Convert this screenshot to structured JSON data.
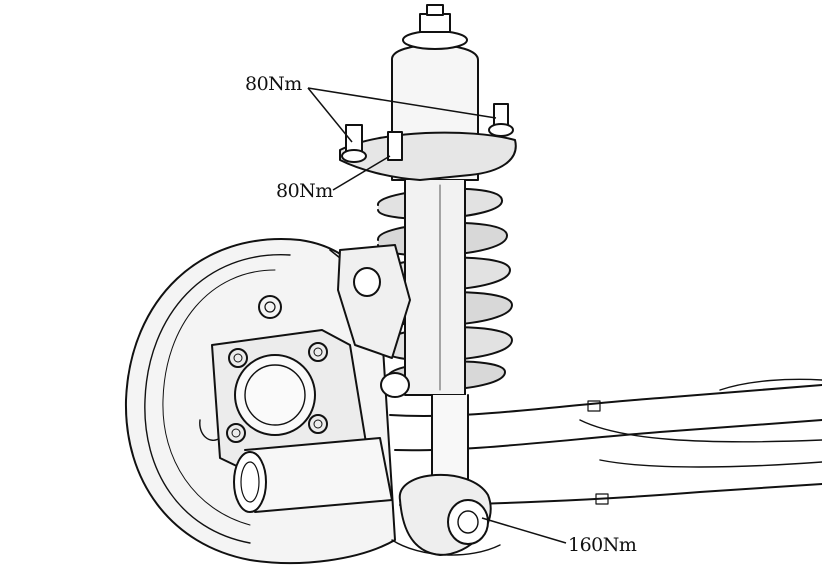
{
  "annotations": {
    "torque_top": "80Nm",
    "torque_middle": "80Nm",
    "torque_bottom": "160Nm"
  },
  "colors": {
    "line": "#111111",
    "shade": "#d9d9d9",
    "light": "#f2f2f2",
    "background": "#ffffff"
  }
}
